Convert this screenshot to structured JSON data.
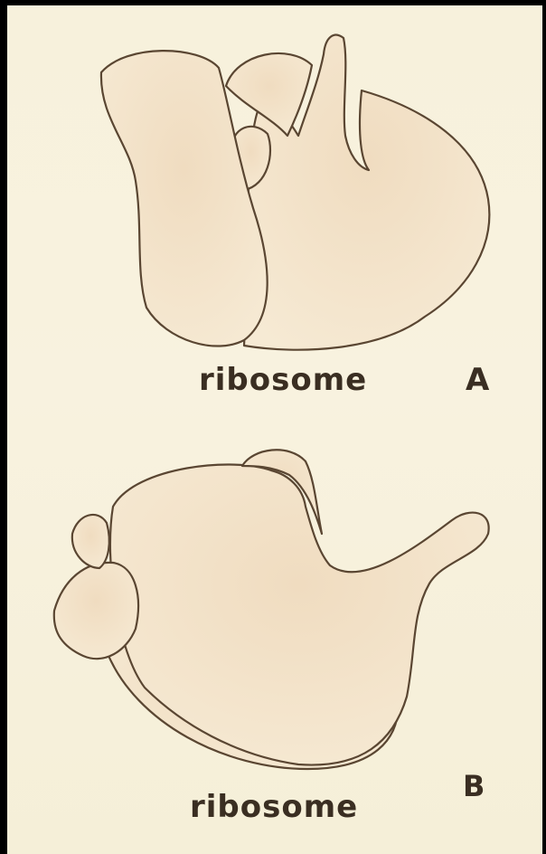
{
  "figure": {
    "panel_a": {
      "caption": "ribosome",
      "letter": "A"
    },
    "panel_b": {
      "caption": "ribosome",
      "letter": "B"
    }
  },
  "colors": {
    "background": "#000000",
    "paper": "#f7f1dc",
    "shape_fill": "#f4e6cd",
    "outline": "#5a4632"
  }
}
